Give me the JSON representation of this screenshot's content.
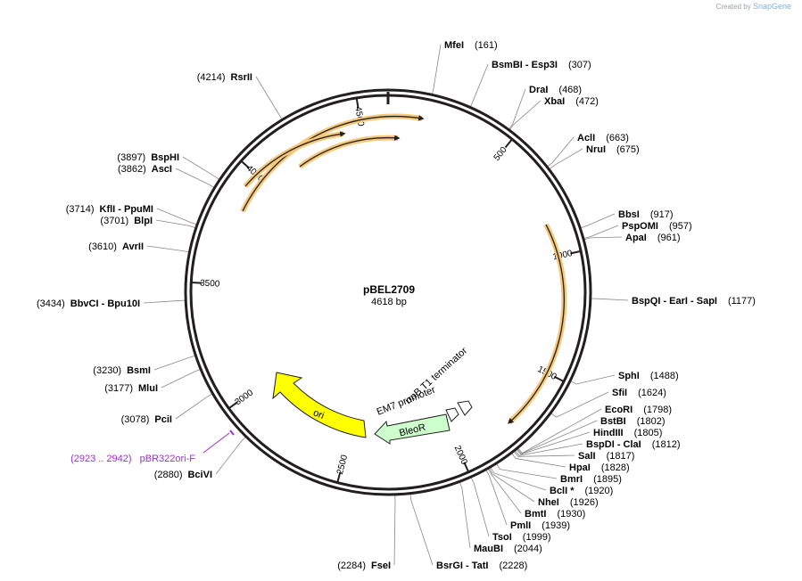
{
  "credit": {
    "prefix": "Created by",
    "brand": "SnapGene"
  },
  "plasmid": {
    "name": "pBEL2709",
    "length_label": "4618 bp",
    "length": 4618
  },
  "ticks": [
    {
      "label": "500",
      "bp": 500
    },
    {
      "label": "1000",
      "bp": 1000
    },
    {
      "label": "1500",
      "bp": 1500
    },
    {
      "label": "2000",
      "bp": 2000
    },
    {
      "label": "2500",
      "bp": 2500
    },
    {
      "label": "3000",
      "bp": 3000
    },
    {
      "label": "3500",
      "bp": 3500
    },
    {
      "label": "4000",
      "bp": 4000
    },
    {
      "label": "4500",
      "bp": 4500
    }
  ],
  "sites": [
    {
      "name": "MfeI",
      "pos": "(161)",
      "bp": 161
    },
    {
      "name": "BsmBI  - Esp3I",
      "pos": "(307)",
      "bp": 307
    },
    {
      "name": "DraI",
      "pos": "(468)",
      "bp": 468
    },
    {
      "name": "XbaI",
      "pos": "(472)",
      "bp": 472
    },
    {
      "name": "AclI",
      "pos": "(663)",
      "bp": 663
    },
    {
      "name": "NruI",
      "pos": "(675)",
      "bp": 675
    },
    {
      "name": "BbsI",
      "pos": "(917)",
      "bp": 917
    },
    {
      "name": "PspOMI",
      "pos": "(957)",
      "bp": 957
    },
    {
      "name": "ApaI",
      "pos": "(961)",
      "bp": 961
    },
    {
      "name": "BspQI  - EarI  - SapI",
      "pos": "(1177)",
      "bp": 1177
    },
    {
      "name": "SphI",
      "pos": "(1488)",
      "bp": 1488
    },
    {
      "name": "SfiI",
      "pos": "(1624)",
      "bp": 1624
    },
    {
      "name": "EcoRI",
      "pos": "(1798)",
      "bp": 1798
    },
    {
      "name": "BstBI",
      "pos": "(1802)",
      "bp": 1802
    },
    {
      "name": "HindIII",
      "pos": "(1805)",
      "bp": 1805
    },
    {
      "name": "BspDI  - ClaI",
      "pos": "(1812)",
      "bp": 1812
    },
    {
      "name": "SalI",
      "pos": "(1817)",
      "bp": 1817
    },
    {
      "name": "HpaI",
      "pos": "(1828)",
      "bp": 1828
    },
    {
      "name": "BmrI",
      "pos": "(1895)",
      "bp": 1895
    },
    {
      "name": "BclI *",
      "pos": "(1920)",
      "bp": 1920
    },
    {
      "name": "NheI",
      "pos": "(1926)",
      "bp": 1926
    },
    {
      "name": "BmtI",
      "pos": "(1930)",
      "bp": 1930
    },
    {
      "name": "PmlI",
      "pos": "(1939)",
      "bp": 1939
    },
    {
      "name": "TsoI",
      "pos": "(1999)",
      "bp": 1999
    },
    {
      "name": "MauBI",
      "pos": "(2044)",
      "bp": 2044
    },
    {
      "name": "BsrGI  - TatI",
      "pos": "(2228)",
      "bp": 2228
    },
    {
      "name": "FseI",
      "pos": "(2284)",
      "bp": 2284
    },
    {
      "name": "BciVI",
      "pos": "(2880)",
      "bp": 2880
    },
    {
      "name": "PciI",
      "pos": "(3078)",
      "bp": 3078
    },
    {
      "name": "MluI",
      "pos": "(3177)",
      "bp": 3177
    },
    {
      "name": "BsmI",
      "pos": "(3230)",
      "bp": 3230
    },
    {
      "name": "BbvCI  - Bpu10I",
      "pos": "(3434)",
      "bp": 3434
    },
    {
      "name": "AvrII",
      "pos": "(3610)",
      "bp": 3610
    },
    {
      "name": "BlpI",
      "pos": "(3701)",
      "bp": 3701
    },
    {
      "name": "KflI  - PpuMI",
      "pos": "(3714)",
      "bp": 3714
    },
    {
      "name": "AscI",
      "pos": "(3862)",
      "bp": 3862
    },
    {
      "name": "BspHI",
      "pos": "(3897)",
      "bp": 3897
    },
    {
      "name": "RsrII",
      "pos": "(4214)",
      "bp": 4214
    }
  ],
  "primer": {
    "range": "(2923 .. 2942)",
    "name": "pBR322ori-F",
    "bp": 2930
  },
  "features": [
    {
      "label": "ori",
      "color": "#ffff00"
    },
    {
      "label": "BleoR",
      "color": "#ccffcc"
    },
    {
      "label": "EM7 promoter",
      "color": "#ffffff"
    },
    {
      "label": "rrnB T1 terminator",
      "color": "#ffffff"
    }
  ],
  "colors": {
    "backbone": "#231f20",
    "highlight": "#f6c879",
    "ori": "#ffff00",
    "bleor": "#ccffcc",
    "primer": "#9b2fd6"
  }
}
